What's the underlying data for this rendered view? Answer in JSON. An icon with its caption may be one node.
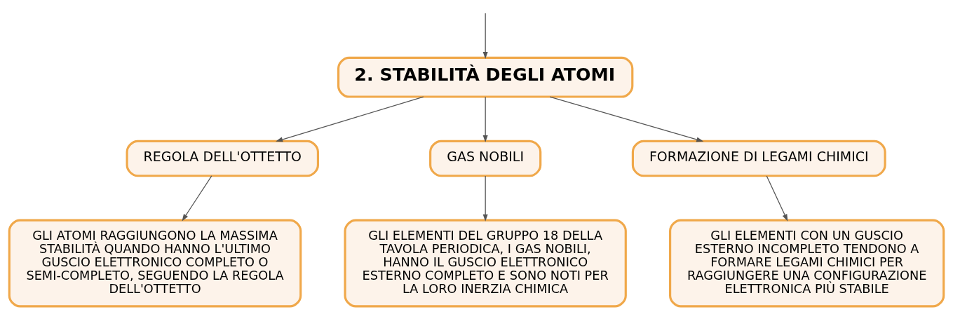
{
  "diagram": {
    "nodes": [
      {
        "text": [
          "2. STABILITÀ DEGLI ATOMI"
        ]
      },
      {
        "text": [
          "REGOLA DELL'OTTETTO"
        ]
      },
      {
        "text": [
          "GAS NOBILI"
        ]
      },
      {
        "text": [
          "FORMAZIONE DI LEGAMI CHIMICI"
        ]
      },
      {
        "text": [
          "GLI ATOMI RAGGIUNGONO LA MASSIMA STABILITÀ QUANDO HANNO L'ULTIMO GUSCIO ELETTRONICO COMPLETO O SEMI-COMPLETO, SEGUENDO LA REGOLA DELL'OTTETTO"
        ]
      },
      {
        "text": [
          "GLI ELEMENTI DEL GRUPPO 18 DELLA TAVOLA PERIODICA, I GAS NOBILI, HANNO IL GUSCIO ELETTRONICO ESTERNO COMPLETO E SONO NOTI PER LA LORO INERZIA CHIMICA"
        ]
      },
      {
        "text": [
          "GLI ELEMENTI CON UN GUSCIO ESTERNO INCOMPLETO TENDONO A FORMARE LEGAMI CHIMICI PER RAGGIUNGERE UNA CONFIGURAZIONE ELETTRONICA PIÙ STABILE"
        ]
      }
    ],
    "edges": [
      {
        "from": null,
        "to": 0,
        "arrow": "to"
      },
      {
        "from": 0,
        "to": 1,
        "arrow": "to"
      },
      {
        "from": 0,
        "to": 2,
        "arrow": "to"
      },
      {
        "from": 0,
        "to": 3,
        "arrow": "to"
      },
      {
        "from": 1,
        "to": 4,
        "arrow": "to"
      },
      {
        "from": 2,
        "to": 5,
        "arrow": "to"
      },
      {
        "from": 3,
        "to": 6,
        "arrow": "to"
      }
    ]
  }
}
